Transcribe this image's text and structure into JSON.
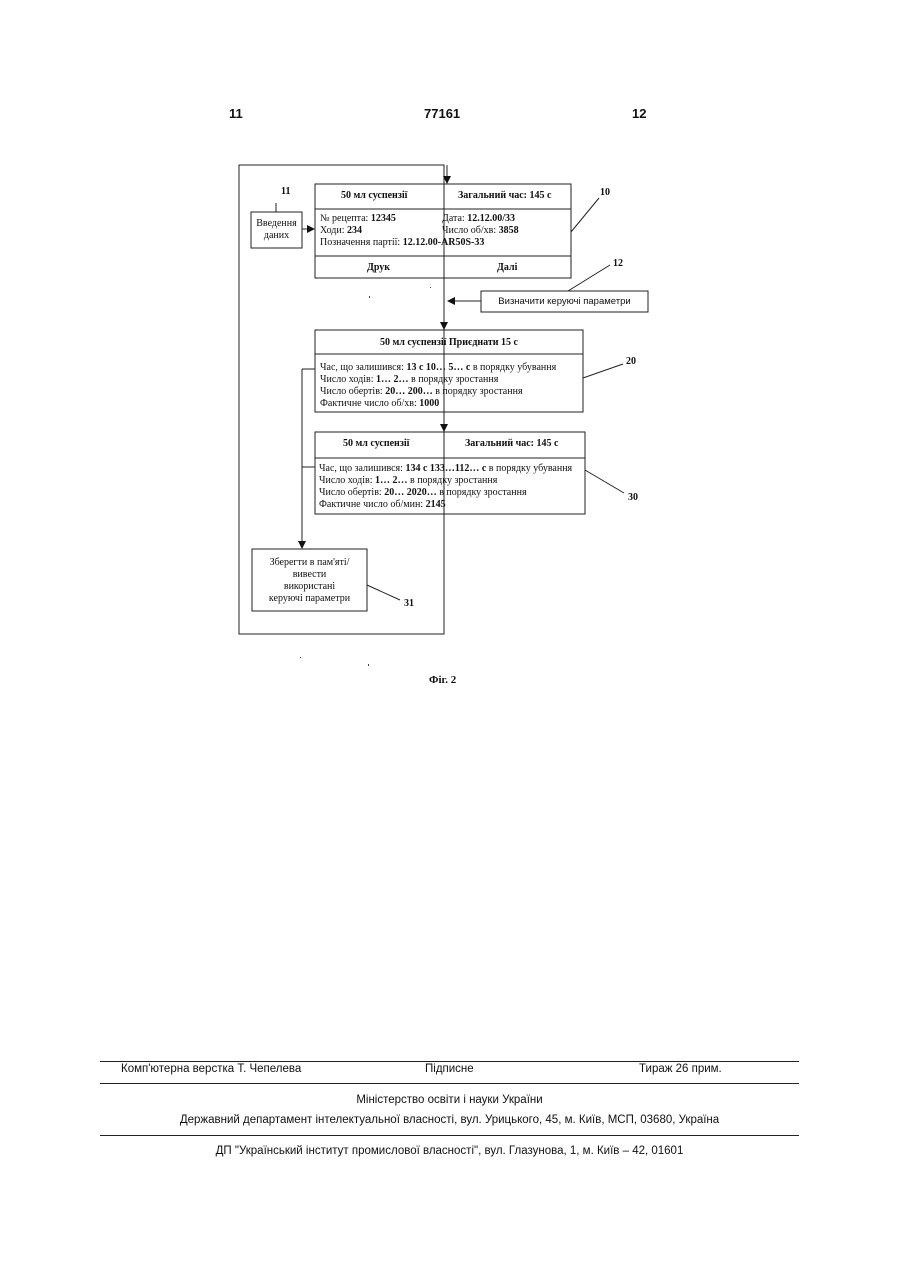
{
  "header": {
    "left_page": "11",
    "doc_number": "77161",
    "right_page": "12"
  },
  "diagram": {
    "box10": {
      "ref": "10",
      "title_left": "50 мл суспензії",
      "title_right": "Загальний час: 145 с",
      "recipe_label": "№ рецепта: ",
      "recipe_value": "12345",
      "date_label": "Дата: ",
      "date_value": "12.12.00/33",
      "strokes_label": "Ходи: ",
      "strokes_value": "234",
      "rpm_label": "Число об/хв: ",
      "rpm_value": "3858",
      "batch_label": "Позначення партії: ",
      "batch_value": "12.12.00-AR50S-33",
      "print_label": "Друк",
      "next_label": "Далі"
    },
    "box11": {
      "ref": "11",
      "line1": "Введення",
      "line2": "даних"
    },
    "box12": {
      "ref": "12",
      "label": "Визначити керуючі параметри"
    },
    "box20": {
      "ref": "20",
      "title": "50 мл суспензії Приєднати 15 с",
      "row1_label": "Час, що залишився: ",
      "row1_value": "13 с  10… 5… с",
      "row1_tail": " в порядку убування",
      "row2_label": "Число ходів: ",
      "row2_value": "1… 2…",
      "row2_tail": " в порядку зростання",
      "row3_label": "Число обертів: ",
      "row3_value": "20… 200…",
      "row3_tail": " в порядку зростання",
      "row4_label": "Фактичне число об/хв: ",
      "row4_value": "1000"
    },
    "box30": {
      "ref": "30",
      "title_left": "50 мл суспензії",
      "title_right": "Загальний час: 145 с",
      "row1_label": "Час, що залишився: ",
      "row1_value": "134 с 133…112… с",
      "row1_tail": " в порядку убування",
      "row2_label": "Число ходів: ",
      "row2_value": "1… 2…",
      "row2_tail": " в порядку зростання",
      "row3_label": "Число обертів: ",
      "row3_value": "20… 2020…",
      "row3_tail": " в порядку зростання",
      "row4_label": "Фактичне число об/мин: ",
      "row4_value": "2145"
    },
    "box31": {
      "ref": "31",
      "line1": "Зберегти в пам'яті/",
      "line2": "вивести",
      "line3": "використані",
      "line4": "керуючі параметри"
    },
    "caption": "Фіг. 2"
  },
  "footer": {
    "layout_credit": "Комп'ютерна верстка Т. Чепелева",
    "signed": "Підписне",
    "circulation": "Тираж 26 прим.",
    "ministry": "Міністерство освіти і науки України",
    "department": "Державний департамент інтелектуальної власності, вул. Урицького, 45, м. Київ, МСП, 03680, Україна",
    "institute": "ДП \"Український інститут промислової власності\", вул. Глазунова, 1, м. Київ – 42, 01601"
  }
}
